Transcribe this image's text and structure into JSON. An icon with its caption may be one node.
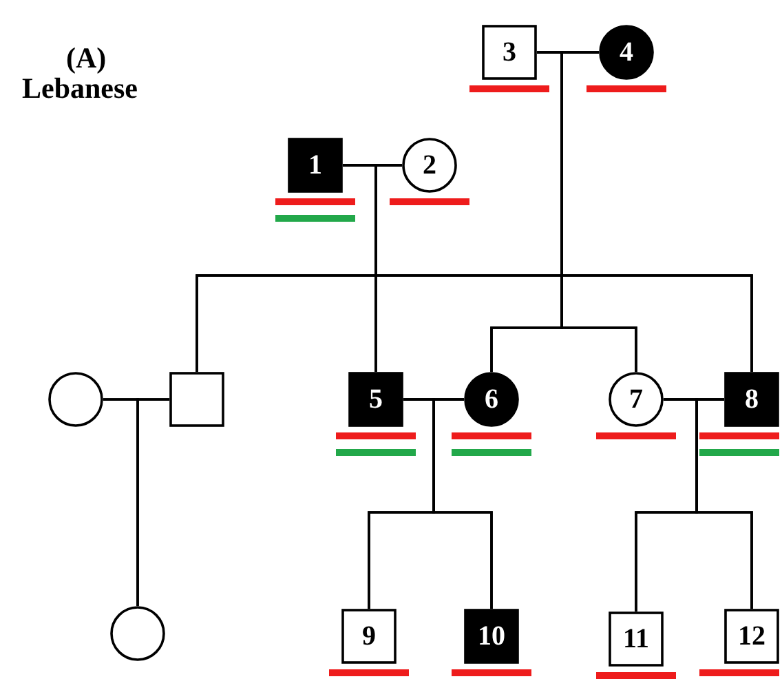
{
  "diagram": {
    "nodes": [
      {
        "text": [
          "3"
        ]
      },
      {
        "text": [
          "4"
        ]
      },
      {
        "text": [
          "1"
        ]
      },
      {
        "text": [
          "2"
        ]
      },
      {
        "text": [],
        "shape": "circle"
      },
      {
        "text": [],
        "shape": "box"
      },
      {
        "text": [
          "5"
        ]
      },
      {
        "text": [
          "6"
        ]
      },
      {
        "text": [
          "7"
        ]
      },
      {
        "text": [
          "8"
        ]
      },
      {
        "text": [],
        "shape": "circle"
      },
      {
        "text": [
          "9"
        ]
      },
      {
        "text": [
          "10"
        ]
      },
      {
        "text": [
          "11"
        ]
      },
      {
        "text": [
          "12"
        ]
      }
    ],
    "edges": [
      {
        "from": 0,
        "to": 1,
        "arrow": "none"
      },
      {
        "from": 2,
        "to": 3,
        "arrow": "none"
      },
      {
        "from": 4,
        "to": 5,
        "arrow": "none"
      },
      {
        "from": 6,
        "to": 7,
        "arrow": "none"
      },
      {
        "from": 8,
        "to": 9,
        "arrow": "none"
      },
      {
        "from": 2,
        "to": 5,
        "arrow": "none"
      },
      {
        "from": 3,
        "to": 5,
        "arrow": "none"
      },
      {
        "from": 2,
        "to": 6,
        "arrow": "none"
      },
      {
        "from": 3,
        "to": 6,
        "arrow": "none"
      },
      {
        "from": 2,
        "to": 9,
        "arrow": "none"
      },
      {
        "from": 3,
        "to": 9,
        "arrow": "none"
      },
      {
        "from": 0,
        "to": 7,
        "arrow": "none"
      },
      {
        "from": 1,
        "to": 7,
        "arrow": "none"
      },
      {
        "from": 0,
        "to": 8,
        "arrow": "none"
      },
      {
        "from": 1,
        "to": 8,
        "arrow": "none"
      },
      {
        "from": 4,
        "to": 10,
        "arrow": "none"
      },
      {
        "from": 5,
        "to": 10,
        "arrow": "none"
      },
      {
        "from": 6,
        "to": 11,
        "arrow": "none"
      },
      {
        "from": 7,
        "to": 11,
        "arrow": "none"
      },
      {
        "from": 6,
        "to": 12,
        "arrow": "none"
      },
      {
        "from": 7,
        "to": 12,
        "arrow": "none"
      },
      {
        "from": 8,
        "to": 13,
        "arrow": "none"
      },
      {
        "from": 9,
        "to": 13,
        "arrow": "none"
      },
      {
        "from": 8,
        "to": 14,
        "arrow": "none"
      },
      {
        "from": 9,
        "to": 14,
        "arrow": "none"
      }
    ],
    "labels": [
      "(A)",
      "Lebanese"
    ]
  }
}
